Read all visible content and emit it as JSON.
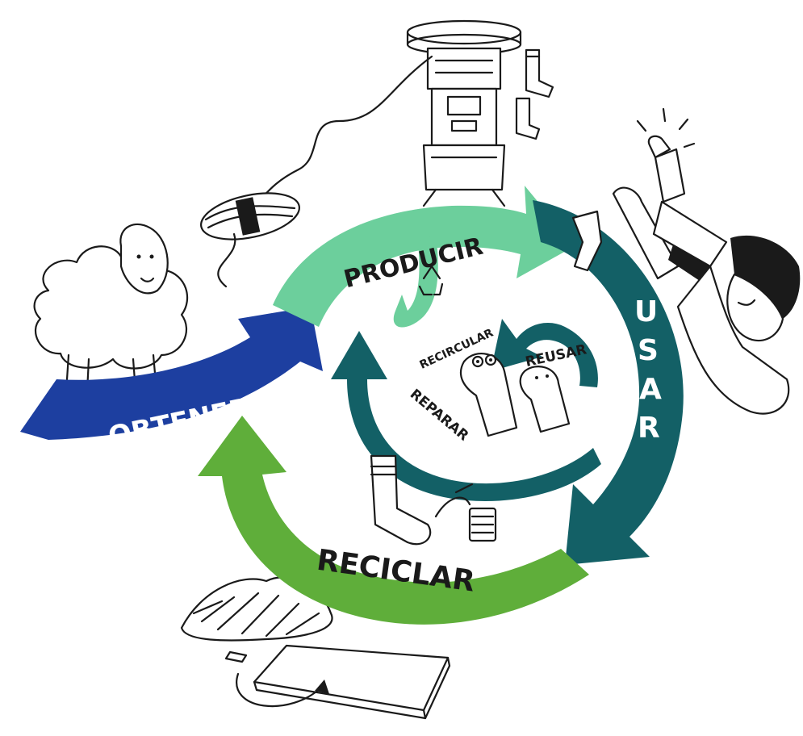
{
  "diagram": {
    "stages": {
      "obtener": "OBTENER",
      "producir": "PRODUCIR",
      "usar": "USAR",
      "reciclar": "RECICLAR"
    },
    "inner_loops": {
      "recircular": "RECIRCULAR",
      "reusar": "REUSAR",
      "reparar": "REPARAR"
    },
    "colors": {
      "obtener": "#1d3fa0",
      "producir": "#6ccf9c",
      "usar": "#136066",
      "reciclar": "#5fae3a",
      "ink": "#1a1a1a",
      "label_light": "#ffffff",
      "label_dark": "#1a1a1a"
    },
    "icons": [
      "sheep-icon",
      "yarn-skein-icon",
      "knitting-machine-icon",
      "sock-icon",
      "person-icon",
      "recycle-symbol-icon",
      "sock-puppet-icon",
      "thread-spool-icon",
      "needle-icon",
      "fiber-pile-icon",
      "felt-pad-icon"
    ]
  }
}
